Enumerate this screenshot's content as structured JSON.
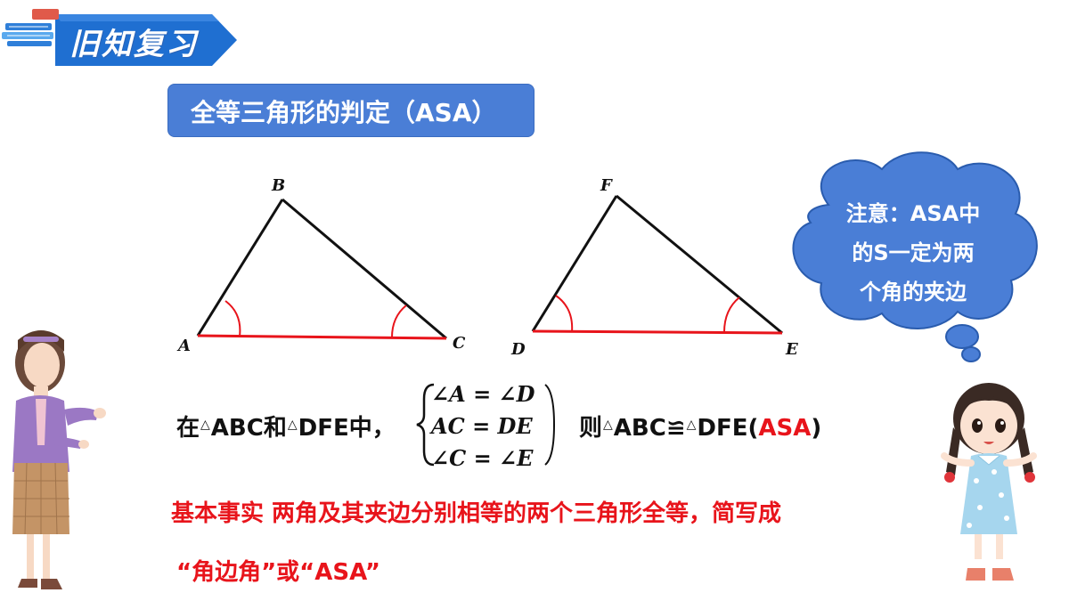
{
  "header": {
    "title": "旧知复习"
  },
  "subtitle": "全等三角形的判定（ASA）",
  "note": {
    "lines": [
      "注意：ASA中",
      "的S一定为两",
      "个角的夹边"
    ]
  },
  "triangles": {
    "left": {
      "top": "B",
      "left": "A",
      "right": "C"
    },
    "right": {
      "top": "F",
      "left": "D",
      "right": "E"
    }
  },
  "statement": {
    "prefix": "在",
    "tri1": "ABC",
    "and": "和",
    "tri2": "DFE",
    "suffix": "中，",
    "conditions": [
      "∠A = ∠D",
      "AC = DE",
      "∠C = ∠E"
    ],
    "then": "则",
    "tri3": "ABC",
    "congruent": "≌",
    "tri4": "DFE",
    "paren_open": "(",
    "reason": "ASA",
    "paren_close": ")"
  },
  "fact": {
    "line1": "基本事实 两角及其夹边分别相等的两个三角形全等，简写成",
    "line2": "“角边角”或“ASA”"
  },
  "colors": {
    "accent_blue": "#4a7ed6",
    "highlight_red": "#e8141b",
    "banner_blue": "#1f6fd1"
  }
}
